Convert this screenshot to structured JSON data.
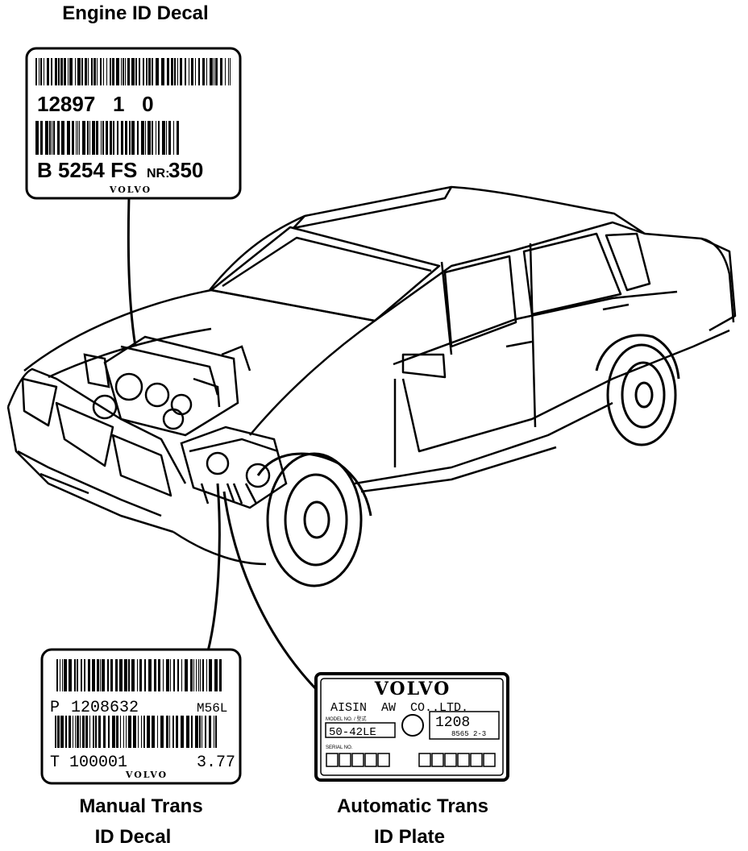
{
  "captions": {
    "engine": "Engine ID Decal",
    "manual_line1": "Manual Trans",
    "manual_line2": "ID Decal",
    "auto_line1": "Automatic Trans",
    "auto_line2": "ID Plate"
  },
  "engine_decal": {
    "code_line": "12897   1   0",
    "engine_code": "B 5254 FS",
    "nr_label": "NR:",
    "nr_value": "350",
    "brand": "VOLVO"
  },
  "manual_decal": {
    "serial_prefix": "P",
    "serial": "1208632",
    "model": "M56L",
    "code_prefix": "T",
    "code": "100001",
    "ratio": "3.77",
    "brand": "VOLVO"
  },
  "auto_plate": {
    "brand": "VOLVO",
    "maker": "AISIN  AW  CO..LTD.",
    "model_caption": "MODEL NO. / 型式",
    "model": "50-42LE",
    "code": "1208",
    "code_sub": "8565 2-3",
    "serial_caption": "SERIAL NO."
  },
  "colors": {
    "ink": "#000000",
    "paper": "#ffffff"
  }
}
